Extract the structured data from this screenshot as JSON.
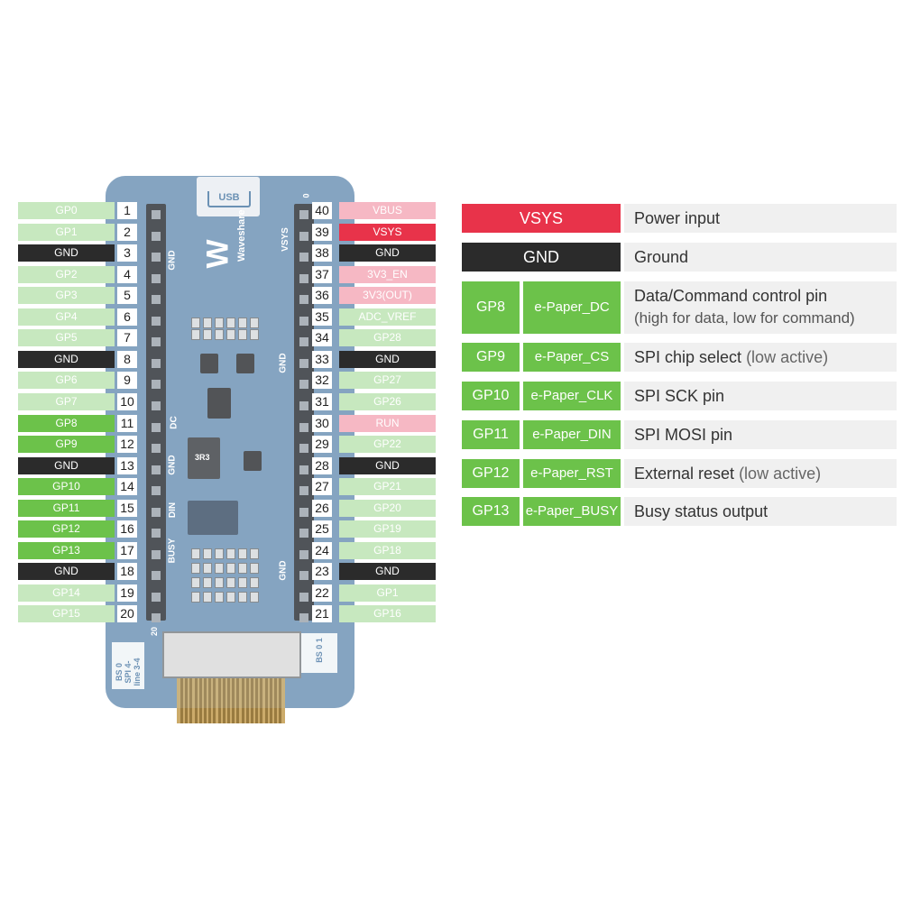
{
  "board": {
    "usb_label": "USB",
    "brand": "Waveshare",
    "silk_left": [
      "GND",
      "DC",
      "GND",
      "DIN",
      "BUSY"
    ],
    "silk_right": [
      "VSYS",
      "GND",
      "GND"
    ],
    "silk_bottom": [
      "BS",
      "0",
      "SPI",
      "4-line",
      "3-4"
    ],
    "silk_bs_right": [
      "BS",
      "0",
      "1"
    ],
    "pin_count_top": "0",
    "pin_count_bottom": "20",
    "chip_marking": "3R3"
  },
  "colors": {
    "gpio_light": "#c7e8bf",
    "gpio_used": "#6cc24a",
    "gnd": "#2b2b2b",
    "power_light": "#f6b8c4",
    "power_red": "#e8334a",
    "adc_light": "#c7e8bf",
    "desc_bg": "#f0f0f0"
  },
  "pins_left": [
    {
      "num": "1",
      "label": "GP0",
      "kind": "gpio_light"
    },
    {
      "num": "2",
      "label": "GP1",
      "kind": "gpio_light"
    },
    {
      "num": "3",
      "label": "GND",
      "kind": "gnd"
    },
    {
      "num": "4",
      "label": "GP2",
      "kind": "gpio_light"
    },
    {
      "num": "5",
      "label": "GP3",
      "kind": "gpio_light"
    },
    {
      "num": "6",
      "label": "GP4",
      "kind": "gpio_light"
    },
    {
      "num": "7",
      "label": "GP5",
      "kind": "gpio_light"
    },
    {
      "num": "8",
      "label": "GND",
      "kind": "gnd"
    },
    {
      "num": "9",
      "label": "GP6",
      "kind": "gpio_light"
    },
    {
      "num": "10",
      "label": "GP7",
      "kind": "gpio_light"
    },
    {
      "num": "11",
      "label": "GP8",
      "kind": "gpio_used"
    },
    {
      "num": "12",
      "label": "GP9",
      "kind": "gpio_used"
    },
    {
      "num": "13",
      "label": "GND",
      "kind": "gnd"
    },
    {
      "num": "14",
      "label": "GP10",
      "kind": "gpio_used"
    },
    {
      "num": "15",
      "label": "GP11",
      "kind": "gpio_used"
    },
    {
      "num": "16",
      "label": "GP12",
      "kind": "gpio_used"
    },
    {
      "num": "17",
      "label": "GP13",
      "kind": "gpio_used"
    },
    {
      "num": "18",
      "label": "GND",
      "kind": "gnd"
    },
    {
      "num": "19",
      "label": "GP14",
      "kind": "gpio_light"
    },
    {
      "num": "20",
      "label": "GP15",
      "kind": "gpio_light"
    }
  ],
  "pins_right": [
    {
      "num": "40",
      "label": "VBUS",
      "kind": "power_light"
    },
    {
      "num": "39",
      "label": "VSYS",
      "kind": "power_red"
    },
    {
      "num": "38",
      "label": "GND",
      "kind": "gnd"
    },
    {
      "num": "37",
      "label": "3V3_EN",
      "kind": "power_light"
    },
    {
      "num": "36",
      "label": "3V3(OUT)",
      "kind": "power_light"
    },
    {
      "num": "35",
      "label": "ADC_VREF",
      "kind": "adc_light"
    },
    {
      "num": "34",
      "label": "GP28",
      "kind": "gpio_light"
    },
    {
      "num": "33",
      "label": "GND",
      "kind": "gnd"
    },
    {
      "num": "32",
      "label": "GP27",
      "kind": "gpio_light"
    },
    {
      "num": "31",
      "label": "GP26",
      "kind": "gpio_light"
    },
    {
      "num": "30",
      "label": "RUN",
      "kind": "power_light"
    },
    {
      "num": "29",
      "label": "GP22",
      "kind": "gpio_light"
    },
    {
      "num": "28",
      "label": "GND",
      "kind": "gnd"
    },
    {
      "num": "27",
      "label": "GP21",
      "kind": "gpio_light"
    },
    {
      "num": "26",
      "label": "GP20",
      "kind": "gpio_light"
    },
    {
      "num": "25",
      "label": "GP19",
      "kind": "gpio_light"
    },
    {
      "num": "24",
      "label": "GP18",
      "kind": "gpio_light"
    },
    {
      "num": "23",
      "label": "GND",
      "kind": "gnd"
    },
    {
      "num": "22",
      "label": "GP1",
      "kind": "gpio_light"
    },
    {
      "num": "21",
      "label": "GP16",
      "kind": "gpio_light"
    }
  ],
  "legend": [
    {
      "pin": "VSYS",
      "func": "",
      "desc": "Power input",
      "desc_note": "",
      "desc_line2": "",
      "kind": "power_red",
      "merged": true
    },
    {
      "pin": "GND",
      "func": "",
      "desc": "Ground",
      "desc_note": "",
      "desc_line2": "",
      "kind": "gnd",
      "merged": true
    },
    {
      "pin": "GP8",
      "func": "e-Paper_DC",
      "desc": "Data/Command control pin",
      "desc_note": "",
      "desc_line2": "(high for data, low for command)",
      "kind": "gpio_used",
      "merged": false
    },
    {
      "pin": "GP9",
      "func": "e-Paper_CS",
      "desc": "SPI chip select",
      "desc_note": " (low active)",
      "desc_line2": "",
      "kind": "gpio_used",
      "merged": false
    },
    {
      "pin": "GP10",
      "func": "e-Paper_CLK",
      "desc": "SPI  SCK pin",
      "desc_note": "",
      "desc_line2": "",
      "kind": "gpio_used",
      "merged": false
    },
    {
      "pin": "GP11",
      "func": "e-Paper_DIN",
      "desc": "SPI MOSI pin",
      "desc_note": "",
      "desc_line2": "",
      "kind": "gpio_used",
      "merged": false
    },
    {
      "pin": "GP12",
      "func": "e-Paper_RST",
      "desc": "External reset",
      "desc_note": " (low active)",
      "desc_line2": "",
      "kind": "gpio_used",
      "merged": false
    },
    {
      "pin": "GP13",
      "func": "e-Paper_BUSY",
      "desc": "Busy status output",
      "desc_note": "",
      "desc_line2": "",
      "kind": "gpio_used",
      "merged": false
    }
  ]
}
